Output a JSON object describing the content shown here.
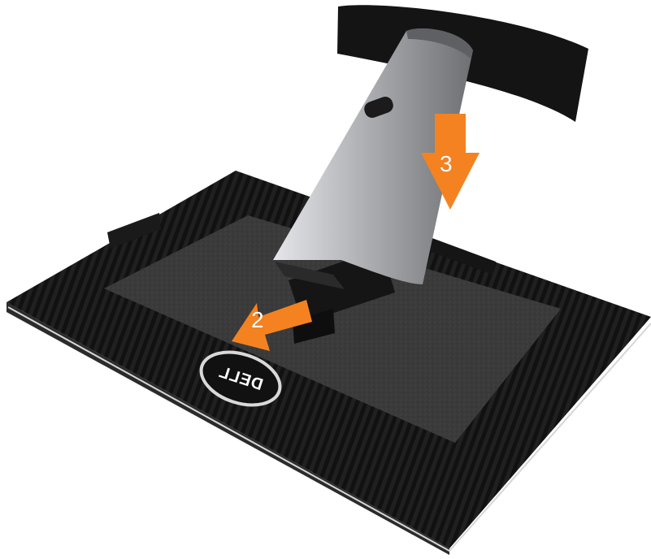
{
  "steps": {
    "step2_label": "2",
    "step3_label": "3"
  },
  "brand": {
    "logo_text": "DELL"
  },
  "colors": {
    "arrow": "#f58220",
    "monitor_body": "#1f1f1f",
    "stand": "#b8b8bc",
    "background": "#ffffff"
  },
  "icons": {
    "step2": "arrow-left-down-icon",
    "step3": "arrow-down-icon",
    "brand": "dell-logo"
  }
}
